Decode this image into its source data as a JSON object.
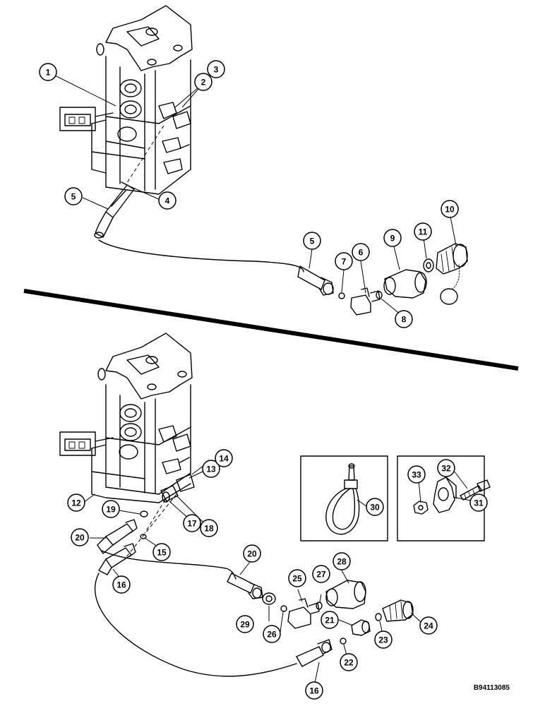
{
  "document_code": "B94113085",
  "callouts": {
    "c1": "1",
    "c2": "2",
    "c3": "3",
    "c4": "4",
    "c5a": "5",
    "c5b": "5",
    "c6": "6",
    "c7": "7",
    "c8": "8",
    "c9": "9",
    "c10": "10",
    "c11": "11",
    "c12": "12",
    "c13": "13",
    "c14": "14",
    "c15": "15",
    "c16a": "16",
    "c16b": "16",
    "c17": "17",
    "c18": "18",
    "c19": "19",
    "c20a": "20",
    "c20b": "20",
    "c21": "21",
    "c22": "22",
    "c23": "23",
    "c24": "24",
    "c25": "25",
    "c26": "26",
    "c27": "27",
    "c28": "28",
    "c29": "29",
    "c30": "30",
    "c31": "31",
    "c32": "32",
    "c33": "33"
  }
}
